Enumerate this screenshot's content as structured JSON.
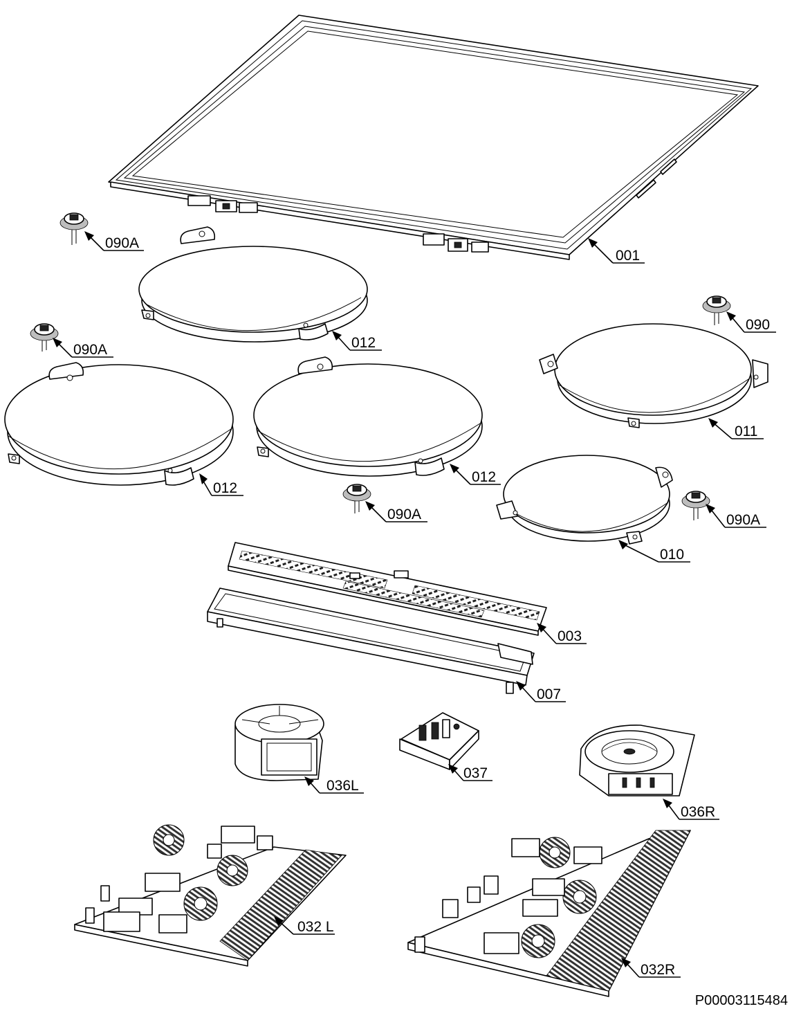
{
  "labels": {
    "frame": "001",
    "knob_top_left": "090A",
    "zone_top": "012",
    "knob_mid_left": "090A",
    "knob_right": "090",
    "zone_right_large": "011",
    "zone_left": "012",
    "zone_center": "012",
    "knob_center": "090A",
    "knob_lower_right": "090A",
    "zone_small": "010",
    "control_board": "003",
    "board_bracket": "007",
    "fan_left": "036L",
    "terminal_block": "037",
    "fan_right": "036R",
    "power_board_left": "032 L",
    "power_board_right": "032R"
  },
  "reference_code": "P00003115484"
}
